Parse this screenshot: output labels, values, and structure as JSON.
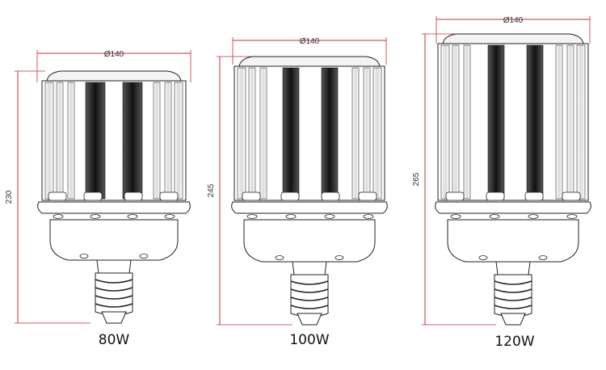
{
  "colors": {
    "dimension_line": "#c0323a",
    "outline": "#222222",
    "background": "#ffffff"
  },
  "lamps": [
    {
      "wattage": "80W",
      "diameter_label": "Ø140",
      "height_label": "230"
    },
    {
      "wattage": "100W",
      "diameter_label": "Ø140",
      "height_label": "245"
    },
    {
      "wattage": "120W",
      "diameter_label": "Ø140",
      "height_label": "265"
    }
  ]
}
